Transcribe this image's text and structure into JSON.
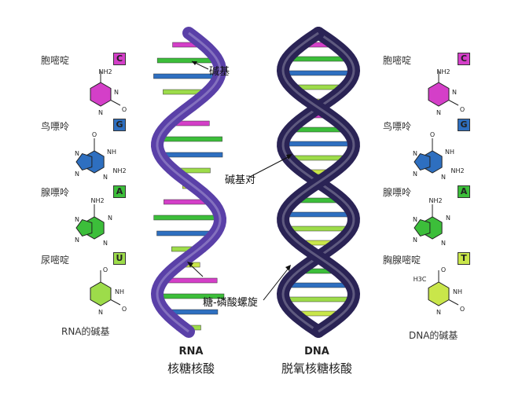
{
  "colors": {
    "cytosine": "#d43fc8",
    "guanine": "#2e6fc0",
    "adenine": "#3cbe3a",
    "uracil": "#9ddc4a",
    "thymine": "#c9e64a",
    "rna_backbone": "#5a40a8",
    "dna_backbone": "#2a2355"
  },
  "rna_panel": {
    "caption": "RNA的碱基",
    "bases": [
      {
        "name": "胞嘧啶",
        "letter": "C",
        "molecule": "cytosine-structure"
      },
      {
        "name": "鸟嘌呤",
        "letter": "G",
        "molecule": "guanine-structure"
      },
      {
        "name": "腺嘌呤",
        "letter": "A",
        "molecule": "adenine-structure"
      },
      {
        "name": "尿嘧啶",
        "letter": "U",
        "molecule": "uracil-structure"
      }
    ]
  },
  "dna_panel": {
    "caption": "DNA的碱基",
    "bases": [
      {
        "name": "胞嘧啶",
        "letter": "C",
        "molecule": "cytosine-structure"
      },
      {
        "name": "鸟嘌呤",
        "letter": "G",
        "molecule": "guanine-structure"
      },
      {
        "name": "腺嘌呤",
        "letter": "A",
        "molecule": "adenine-structure"
      },
      {
        "name": "胸腺嘧啶",
        "letter": "T",
        "molecule": "thymine-structure"
      }
    ]
  },
  "molecule_atoms": {
    "nh2": "NH2",
    "nh": "NH",
    "n": "N",
    "o": "O",
    "h": "H",
    "ch3": "H3C"
  },
  "annotations": {
    "base": "碱基",
    "base_pair": "碱基对",
    "sugar_phosphate_helix": "糖-磷酸螺旋"
  },
  "rna": {
    "title": "RNA",
    "subtitle": "核糖核酸"
  },
  "dna": {
    "title": "DNA",
    "subtitle": "脱氧核糖核酸"
  }
}
